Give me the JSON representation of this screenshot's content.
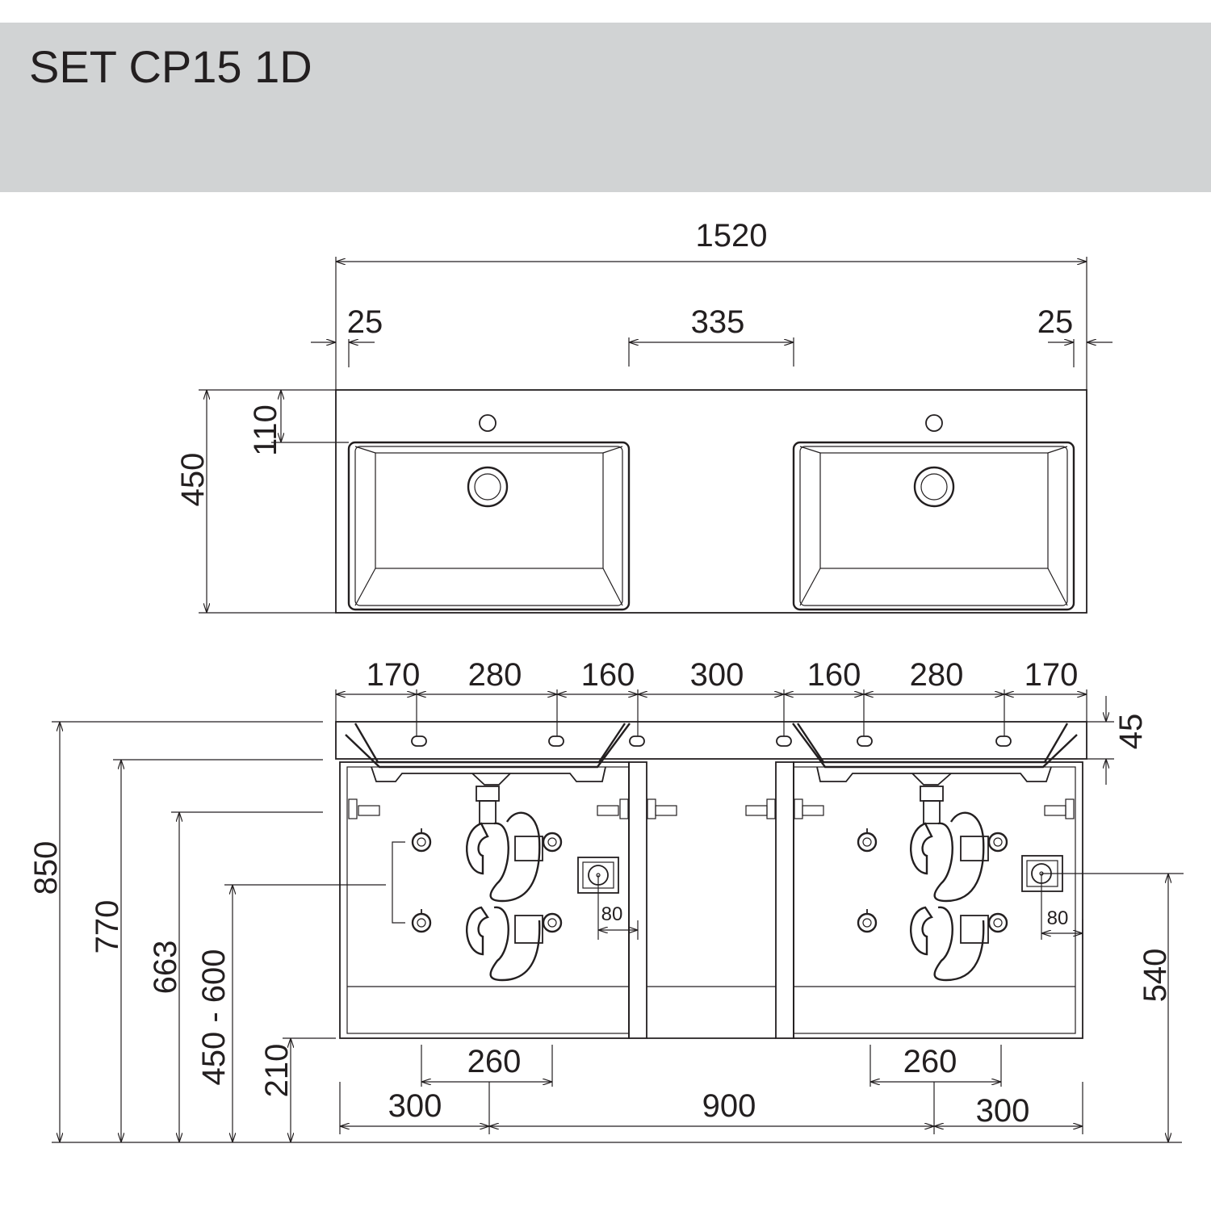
{
  "title": "SET CP15 1D",
  "colors": {
    "header_bg": "#d1d3d4",
    "line": "#231f20"
  },
  "top_view": {
    "overall_width": "1520",
    "edge_left": "25",
    "edge_right": "25",
    "center_gap": "335",
    "depth": "450",
    "tap_to_basin": "110"
  },
  "front_view": {
    "segments": [
      "170",
      "280",
      "160",
      "300",
      "160",
      "280",
      "170"
    ],
    "top_thickness": "45",
    "heights": {
      "total": "850",
      "top_edge": "770",
      "rail": "663",
      "supply_range": "450 - 600",
      "floor_gap": "210",
      "socket": "540"
    },
    "socket_offset_left": "80",
    "socket_offset_right": "80",
    "drain_span_left": "260",
    "drain_span_right": "260",
    "bottom_left": "300",
    "bottom_center": "900",
    "bottom_right": "300"
  }
}
